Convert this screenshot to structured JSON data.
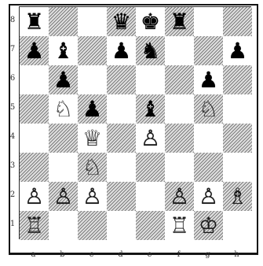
{
  "board": {
    "files": [
      "a",
      "b",
      "c",
      "d",
      "e",
      "f",
      "g",
      "h"
    ],
    "ranks": [
      "8",
      "7",
      "6",
      "5",
      "4",
      "3",
      "2",
      "1"
    ],
    "pieces": [
      {
        "square": "a8",
        "color": "black",
        "kind": "rook",
        "glyph": "♜"
      },
      {
        "square": "d8",
        "color": "black",
        "kind": "queen",
        "glyph": "♛"
      },
      {
        "square": "e8",
        "color": "black",
        "kind": "king",
        "glyph": "♚"
      },
      {
        "square": "f8",
        "color": "black",
        "kind": "rook",
        "glyph": "♜"
      },
      {
        "square": "a7",
        "color": "black",
        "kind": "pawn",
        "glyph": "♟"
      },
      {
        "square": "b7",
        "color": "black",
        "kind": "bishop",
        "glyph": "♝"
      },
      {
        "square": "d7",
        "color": "black",
        "kind": "pawn",
        "glyph": "♟"
      },
      {
        "square": "e7",
        "color": "black",
        "kind": "knight",
        "glyph": "♞"
      },
      {
        "square": "h7",
        "color": "black",
        "kind": "pawn",
        "glyph": "♟"
      },
      {
        "square": "b6",
        "color": "black",
        "kind": "pawn",
        "glyph": "♟"
      },
      {
        "square": "g6",
        "color": "black",
        "kind": "pawn",
        "glyph": "♟"
      },
      {
        "square": "b5",
        "color": "white",
        "kind": "knight",
        "glyph": "♘"
      },
      {
        "square": "c5",
        "color": "black",
        "kind": "pawn",
        "glyph": "♟"
      },
      {
        "square": "e5",
        "color": "black",
        "kind": "bishop",
        "glyph": "♝"
      },
      {
        "square": "g5",
        "color": "white",
        "kind": "knight",
        "glyph": "♘"
      },
      {
        "square": "c4",
        "color": "white",
        "kind": "queen",
        "glyph": "♕"
      },
      {
        "square": "e4",
        "color": "white",
        "kind": "pawn",
        "glyph": "♙"
      },
      {
        "square": "c3",
        "color": "white",
        "kind": "knight",
        "glyph": "♘"
      },
      {
        "square": "a2",
        "color": "white",
        "kind": "pawn",
        "glyph": "♙"
      },
      {
        "square": "b2",
        "color": "white",
        "kind": "pawn",
        "glyph": "♙"
      },
      {
        "square": "c2",
        "color": "white",
        "kind": "pawn",
        "glyph": "♙"
      },
      {
        "square": "f2",
        "color": "white",
        "kind": "pawn",
        "glyph": "♙"
      },
      {
        "square": "g2",
        "color": "white",
        "kind": "pawn",
        "glyph": "♙"
      },
      {
        "square": "h2",
        "color": "white",
        "kind": "bishop",
        "glyph": "♗"
      },
      {
        "square": "a1",
        "color": "white",
        "kind": "rook",
        "glyph": "♖"
      },
      {
        "square": "f1",
        "color": "white",
        "kind": "rook",
        "glyph": "♖"
      },
      {
        "square": "g1",
        "color": "white",
        "kind": "king",
        "glyph": "♔"
      }
    ]
  }
}
